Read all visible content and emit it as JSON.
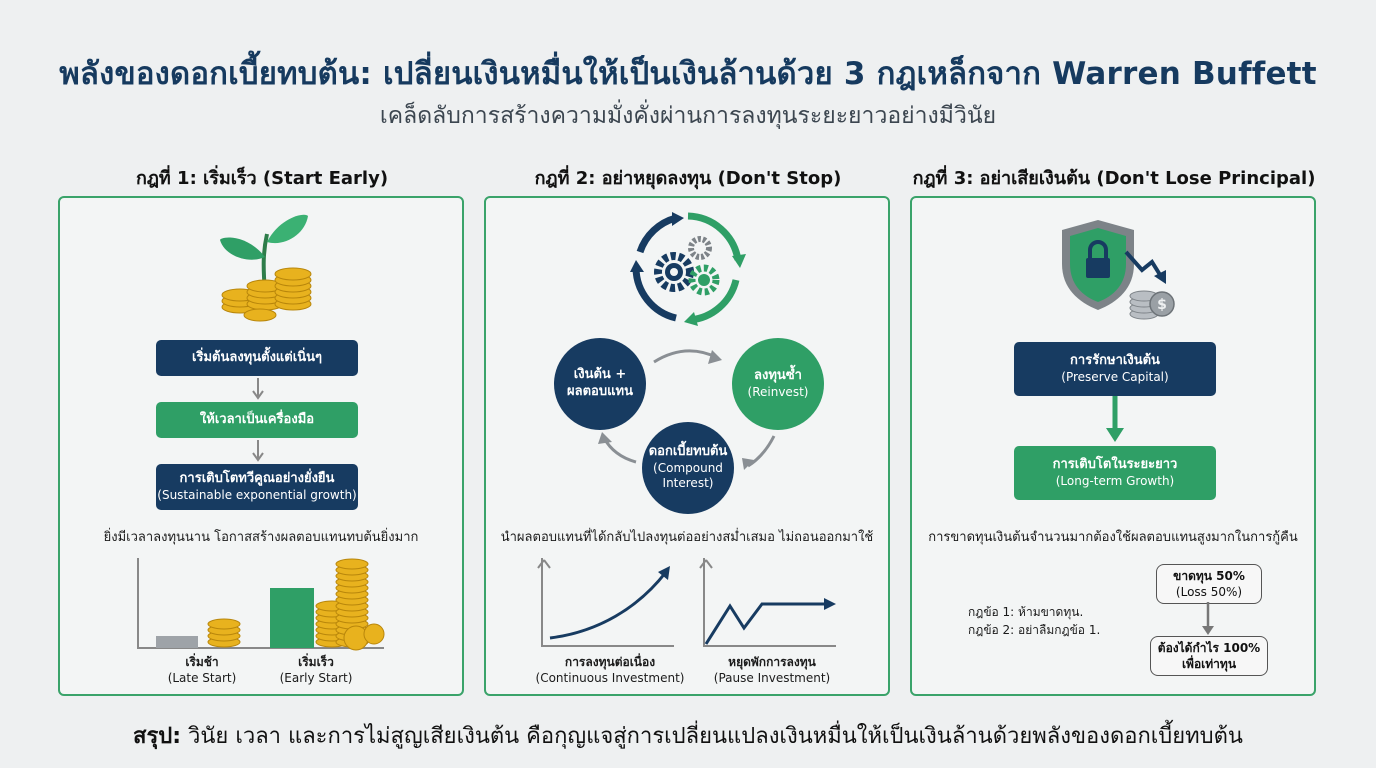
{
  "header": {
    "title": "พลังของดอกเบี้ยทบต้น: เปลี่ยนเงินหมื่นให้เป็นเงินล้านด้วย 3 กฎเหล็กจาก Warren Buffett",
    "subtitle": "เคล็ดลับการสร้างความมั่งคั่งผ่านการลงทุนระยะยาวอย่างมีวินัย"
  },
  "rule1": {
    "heading": "กฎที่ 1: เริ่มเร็ว (Start Early)",
    "icon": "plant-with-coins-icon",
    "step1": "เริ่มต้นลงทุนตั้งแต่เนิ่นๆ",
    "step2": "ให้เวลาเป็นเครื่องมือ",
    "step3_line1": "การเติบโตทวีคูณอย่างยั่งยืน",
    "step3_line2": "(Sustainable exponential growth)",
    "caption": "ยิ่งมีเวลาลงทุนนาน โอกาสสร้างผลตอบแทนทบต้นยิ่งมาก",
    "late_label": "เริ่มช้า",
    "late_sub": "(Late Start)",
    "early_label": "เริ่มเร็ว",
    "early_sub": "(Early Start)"
  },
  "rule2": {
    "heading": "กฎที่ 2: อย่าหยุดลงทุน (Don't Stop)",
    "icon": "gears-cycle-icon",
    "circle1_line1": "เงินต้น +",
    "circle1_line2": "ผลตอบแทน",
    "circle2_line1": "ลงทุนซ้ำ",
    "circle2_line2": "(Reinvest)",
    "circle3_line1": "ดอกเบี้ยทบต้น",
    "circle3_line2": "(Compound",
    "circle3_line3": "Interest)",
    "caption": "นำผลตอบแทนที่ได้กลับไปลงทุนต่ออย่างสม่ำเสมอ ไม่ถอนออกมาใช้",
    "chart1_label": "การลงทุนต่อเนื่อง",
    "chart1_sub": "(Continuous Investment)",
    "chart2_label": "หยุดพักการลงทุน",
    "chart2_sub": "(Pause Investment)"
  },
  "rule3": {
    "heading": "กฎที่ 3: อย่าเสียเงินต้น (Don't Lose Principal)",
    "icon": "shield-lock-icon",
    "box1_line1": "การรักษาเงินต้น",
    "box1_line2": "(Preserve Capital)",
    "box2_line1": "การเติบโตในระยะยาว",
    "box2_line2": "(Long-term Growth)",
    "caption": "การขาดทุนเงินต้นจำนวนมากต้องใช้ผลตอบแทนสูงมากในการกู้คืน",
    "rule_a": "กฎข้อ 1: ห้ามขาดทุน.",
    "rule_b": "กฎข้อ 2: อย่าลืมกฎข้อ 1.",
    "loss_line1": "ขาดทุน 50%",
    "loss_line2": "(Loss 50%)",
    "gain_line1": "ต้องได้กำไร 100%",
    "gain_line2": "เพื่อเท่าทุน"
  },
  "summary": {
    "label": "สรุป:",
    "text": " วินัย เวลา และการไม่สูญเสียเงินต้น คือกุญแจสู่การเปลี่ยนแปลงเงินหมื่นให้เป็นเงินล้านด้วยพลังของดอกเบี้ยทบต้น"
  },
  "colors": {
    "navy": "#173b61",
    "green": "#2f9f66",
    "panel_border": "#3aa36a",
    "coin": "#e8b21e"
  }
}
